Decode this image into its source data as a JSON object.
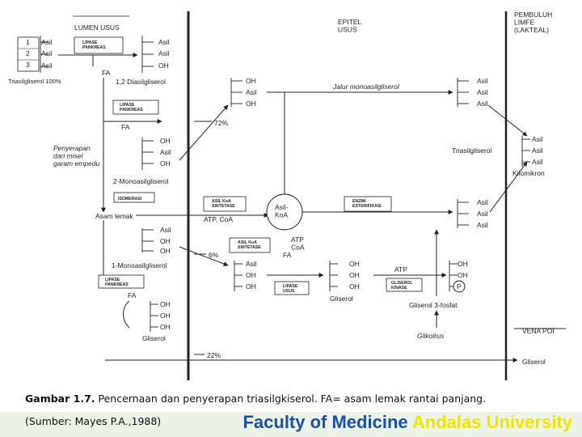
{
  "diagram": {
    "regions": {
      "lumen": "LUMEN USUS",
      "epitel": "EPITEL\nUSUS",
      "limfe": "PEMBULUH\nLIMFE\n(LAKTEAL)",
      "vena": "VENA POI"
    },
    "numbers": [
      "1",
      "2",
      "3"
    ],
    "asil": "Asil",
    "oh": "OH",
    "fa": "FA",
    "enzymes": {
      "lipase_pankreas": "LIPASE\nPANKREAS",
      "lipase_pankreas2": "LIPASE\nPANKREAS",
      "lipase_pankreas3": "LIPASE\nPANKREAS",
      "isomerasi": "ISOMERASI",
      "asil_koa_sintetase": "ASIL KoA\nSINTETASE",
      "asil_koa_sintetase2": "ASIL KoA\nSINTETASE",
      "enzim_esterifikasi": "ENZIM-\nESTERIFIKASI",
      "lipase_usus": "LIPASE\nUSUS",
      "gliserol_kinase": "GLISEROL\nKINASE"
    },
    "labels": {
      "triasilgliserol_pct": "Triasilgliserol 100%",
      "diasilgliserol": "1,2 Diasilgliserol",
      "pct72": "72%",
      "penyerapan": "Penyerapan\ndari misel\ngaram empedu",
      "monoasil2": "2-Monoasilgliserol",
      "asam_lemak": "Asam lemak",
      "atp_coa": "ATP, CoA",
      "asil_koa": "Asil-\nKoA",
      "atp_coa2": "ATP\nCoA",
      "pct6": "6%",
      "monoasil1": "1-Monoasilgliserol",
      "gliserol": "Gliserol",
      "gliserol_epitel": "Gliserol",
      "atp": "ATP",
      "p": "P",
      "gliserol3fosfat": "Gliserol 3-fosfat",
      "glikolisis": "Glikolisis",
      "jalur": "Jalur monoasilgliserol",
      "triasilgliserol": "Triasilgliserol",
      "kilomikron": "Kilomikron",
      "pct22": "22%",
      "gliserol_vena": "Gliserol"
    }
  },
  "caption": {
    "bold": "Gambar 1.7.",
    "text": " Pencernaan dan penyerapan triasilgkiserol. FA= asam lemak rantai panjang."
  },
  "source": "(Sumber: Mayes P.A.,1988)",
  "footer": {
    "part1": "Faculty of Medicine",
    "part2": "Andalas University",
    "color1": "#1b4fa8",
    "color2": "#f2e300"
  }
}
